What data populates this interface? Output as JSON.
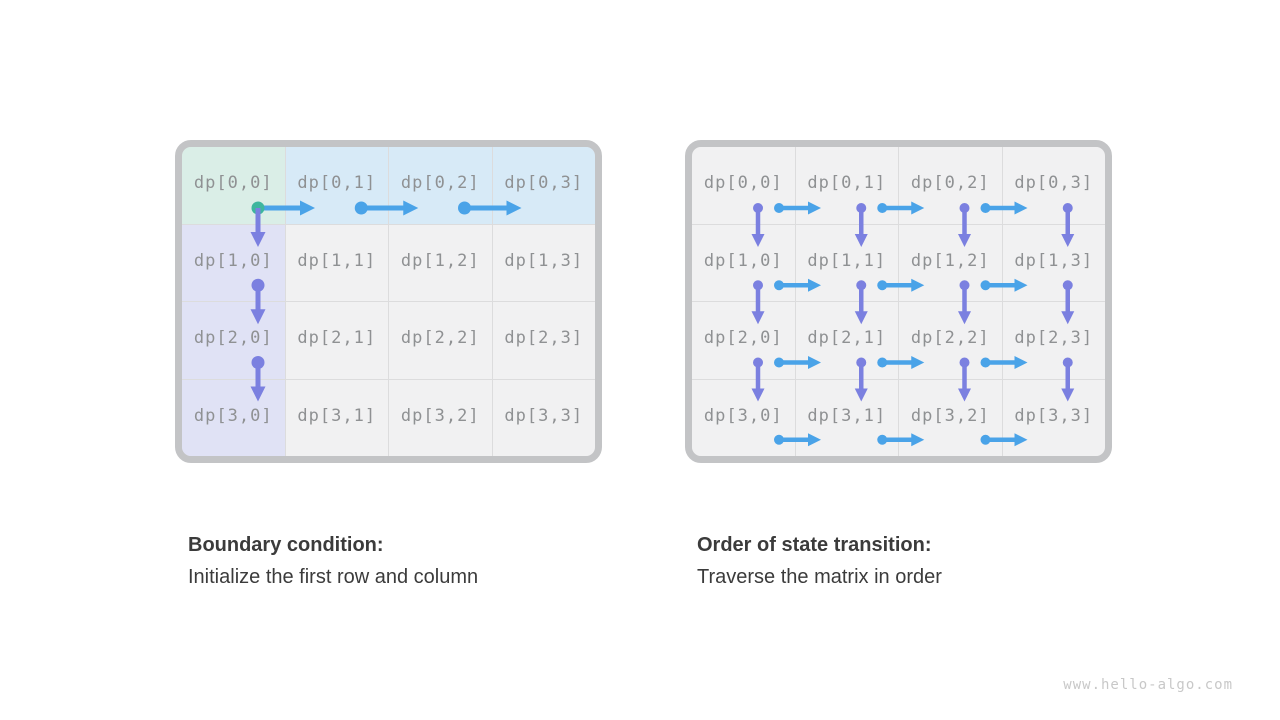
{
  "page": {
    "background": "#ffffff",
    "watermark": "www.hello-algo.com"
  },
  "colors": {
    "arrow_blue": "#4aa3e8",
    "arrow_purple": "#7b80e0",
    "dot_teal": "#3eb69e",
    "cell_green": "#daeee7",
    "cell_blue": "#d7eaf7",
    "cell_lavender": "#e0e2f5",
    "cell_gray": "#f1f1f2",
    "grid_border": "#c3c4c6",
    "grid_line": "#dcdcdd",
    "cell_text": "#8f9193",
    "caption_text": "#3b3b3b",
    "watermark_text": "#c8c8c8"
  },
  "left_diagram": {
    "caption_title": "Boundary condition:",
    "caption_body": "Initialize the first row and column",
    "cells": [
      [
        "dp[0,0]",
        "dp[0,1]",
        "dp[0,2]",
        "dp[0,3]"
      ],
      [
        "dp[1,0]",
        "dp[1,1]",
        "dp[1,2]",
        "dp[1,3]"
      ],
      [
        "dp[2,0]",
        "dp[2,1]",
        "dp[2,2]",
        "dp[2,3]"
      ],
      [
        "dp[3,0]",
        "dp[3,1]",
        "dp[3,2]",
        "dp[3,3]"
      ]
    ],
    "cell_colors": [
      [
        "green",
        "blue",
        "blue",
        "blue"
      ],
      [
        "lavender",
        "gray",
        "gray",
        "gray"
      ],
      [
        "lavender",
        "gray",
        "gray",
        "gray"
      ],
      [
        "lavender",
        "gray",
        "gray",
        "gray"
      ]
    ],
    "arrows": [
      {
        "dir": "right",
        "row": 0,
        "col": 0,
        "dot": "teal"
      },
      {
        "dir": "right",
        "row": 0,
        "col": 1,
        "dot": "blue"
      },
      {
        "dir": "right",
        "row": 0,
        "col": 2,
        "dot": "blue"
      },
      {
        "dir": "down",
        "row": 0,
        "col": 0,
        "dot": "none"
      },
      {
        "dir": "down",
        "row": 1,
        "col": 0,
        "dot": "purple"
      },
      {
        "dir": "down",
        "row": 2,
        "col": 0,
        "dot": "purple"
      }
    ]
  },
  "right_diagram": {
    "caption_title": "Order of state transition:",
    "caption_body": "Traverse the matrix in order",
    "cells": [
      [
        "dp[0,0]",
        "dp[0,1]",
        "dp[0,2]",
        "dp[0,3]"
      ],
      [
        "dp[1,0]",
        "dp[1,1]",
        "dp[1,2]",
        "dp[1,3]"
      ],
      [
        "dp[2,0]",
        "dp[2,1]",
        "dp[2,2]",
        "dp[2,3]"
      ],
      [
        "dp[3,0]",
        "dp[3,1]",
        "dp[3,2]",
        "dp[3,3]"
      ]
    ],
    "cell_colors": [
      [
        "gray",
        "gray",
        "gray",
        "gray"
      ],
      [
        "gray",
        "gray",
        "gray",
        "gray"
      ],
      [
        "gray",
        "gray",
        "gray",
        "gray"
      ],
      [
        "gray",
        "gray",
        "gray",
        "gray"
      ]
    ],
    "arrows": [
      {
        "dir": "down",
        "row": 0,
        "col": 0,
        "dot": "purple"
      },
      {
        "dir": "down",
        "row": 0,
        "col": 1,
        "dot": "purple"
      },
      {
        "dir": "down",
        "row": 0,
        "col": 2,
        "dot": "purple"
      },
      {
        "dir": "down",
        "row": 0,
        "col": 3,
        "dot": "purple"
      },
      {
        "dir": "down",
        "row": 1,
        "col": 0,
        "dot": "purple"
      },
      {
        "dir": "down",
        "row": 1,
        "col": 1,
        "dot": "purple"
      },
      {
        "dir": "down",
        "row": 1,
        "col": 2,
        "dot": "purple"
      },
      {
        "dir": "down",
        "row": 1,
        "col": 3,
        "dot": "purple"
      },
      {
        "dir": "down",
        "row": 2,
        "col": 0,
        "dot": "purple"
      },
      {
        "dir": "down",
        "row": 2,
        "col": 1,
        "dot": "purple"
      },
      {
        "dir": "down",
        "row": 2,
        "col": 2,
        "dot": "purple"
      },
      {
        "dir": "down",
        "row": 2,
        "col": 3,
        "dot": "purple"
      },
      {
        "dir": "right",
        "row": 0,
        "col": 0,
        "dot": "blue"
      },
      {
        "dir": "right",
        "row": 0,
        "col": 1,
        "dot": "blue"
      },
      {
        "dir": "right",
        "row": 0,
        "col": 2,
        "dot": "blue"
      },
      {
        "dir": "right",
        "row": 1,
        "col": 0,
        "dot": "blue"
      },
      {
        "dir": "right",
        "row": 1,
        "col": 1,
        "dot": "blue"
      },
      {
        "dir": "right",
        "row": 1,
        "col": 2,
        "dot": "blue"
      },
      {
        "dir": "right",
        "row": 2,
        "col": 0,
        "dot": "blue"
      },
      {
        "dir": "right",
        "row": 2,
        "col": 1,
        "dot": "blue"
      },
      {
        "dir": "right",
        "row": 2,
        "col": 2,
        "dot": "blue"
      },
      {
        "dir": "right",
        "row": 3,
        "col": 0,
        "dot": "blue"
      },
      {
        "dir": "right",
        "row": 3,
        "col": 1,
        "dot": "blue"
      },
      {
        "dir": "right",
        "row": 3,
        "col": 2,
        "dot": "blue"
      }
    ]
  }
}
